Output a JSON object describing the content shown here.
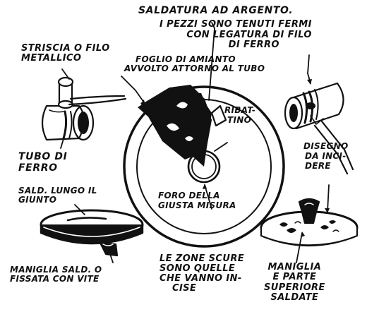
{
  "labels": {
    "silver_solder": [
      "SALDATURA AD ARGENTO.",
      "I PEZZI SONO TENUTI FERMI",
      "CON LEGATURA DI FILO",
      "DI FERRO"
    ],
    "metal_strip": [
      "STRISCIA O FILO",
      "METALLICO"
    ],
    "asbestos_sheet": [
      "FOGLIO DI AMIANTO",
      "AVVOLTO ATTORNO AL TUBO"
    ],
    "riveted": [
      "RIBAT-",
      "TINO"
    ],
    "iron_tube": [
      "TUBO DI",
      "FERRO"
    ],
    "design_to_engrave": [
      "DISEGNO",
      "DA INCI-",
      "DERE"
    ],
    "joint_solder": [
      "SALD. LUNGO IL",
      "GIUNTO"
    ],
    "hole": [
      "FORO DELLA",
      "GIUSTA MISURA"
    ],
    "dark_zones": [
      "LE ZONE SCURE",
      "SONO QUELLE",
      "CHE VANNO IN-",
      "CISE"
    ],
    "handle_screw": [
      "MANIGLIA SALD. O",
      "FISSATA CON VITE"
    ],
    "handle_top": [
      "MANIGLIA",
      "E PARTE",
      "SUPERIORE",
      "SALDATE"
    ]
  },
  "colors": {
    "ink": "#111111",
    "paper": "#ffffff"
  }
}
